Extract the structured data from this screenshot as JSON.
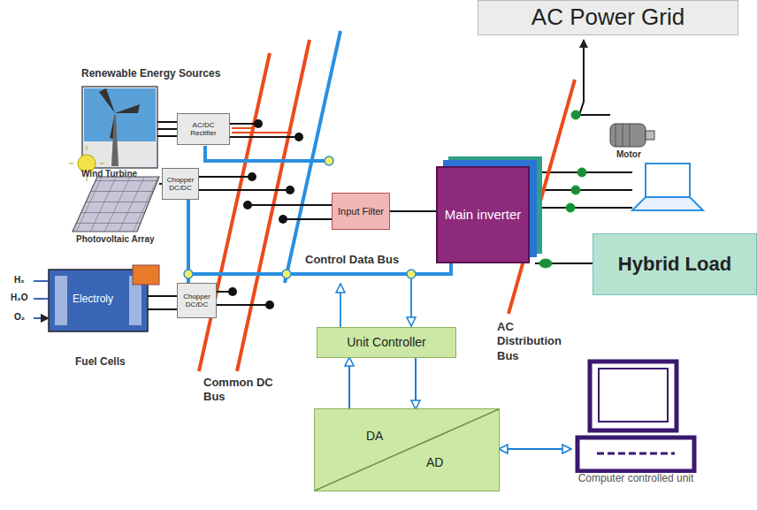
{
  "diagram": {
    "nodes": [
      {
        "text": [
          "AC Power Grid"
        ]
      },
      {
        "text": [
          "AC/DC Rectifier"
        ]
      },
      {
        "text": [
          "Chopper DC/DC"
        ]
      },
      {
        "text": [
          "Chopper DC/DC"
        ]
      },
      {
        "text": [
          "Input Filter"
        ]
      },
      {
        "text": [
          "Main inverter"
        ]
      },
      {
        "text": [
          "Hybrid Load"
        ]
      },
      {
        "text": [
          "Unit Controller"
        ]
      },
      {
        "text": [
          "DA",
          "AD"
        ]
      },
      {
        "text": [
          "Computer controlled unit"
        ]
      }
    ],
    "edges": [
      {
        "from": 4,
        "to": 5,
        "arrow": "none"
      },
      {
        "from": 7,
        "to": 8,
        "arrow": "to"
      },
      {
        "from": 8,
        "to": 7,
        "arrow": "to"
      },
      {
        "from": 8,
        "to": 9,
        "arrow": "both"
      }
    ],
    "labels": [
      "Renewable Energy Sources",
      "Wind Turbine",
      "Photovoltaic Array",
      "H₂",
      "H₂O",
      "O₂",
      "Electroly",
      "Fuel Cells",
      "Control Data Bus",
      "Common DC Bus",
      "AC Distribution Bus",
      "Motor"
    ]
  }
}
